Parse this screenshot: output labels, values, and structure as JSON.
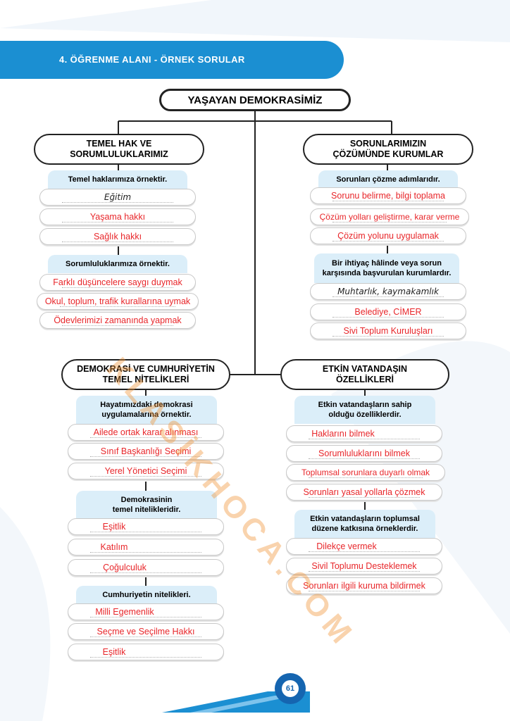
{
  "header": {
    "section": "4. ÖĞRENME ALANI - ÖRNEK SORULAR"
  },
  "main_title": "YAŞAYAN DEMOKRASİMİZ",
  "watermark": "KLASİKHOCA.COM",
  "page_number": "61",
  "sections": [
    {
      "title_l1": "TEMEL HAK VE",
      "title_l2": "SORUMLULUKLARIMIZ",
      "groups": [
        {
          "question_l1": "Temel haklarımıza örnektir.",
          "question_l2": "",
          "answers": [
            "Eğitim",
            "Yaşama hakkı",
            "Sağlık hakkı"
          ]
        },
        {
          "question_l1": "Sorumluluklarımıza örnektir.",
          "question_l2": "",
          "answers": [
            "Farklı düşüncelere saygı duymak",
            "Okul, toplum, trafik kurallarına  uymak",
            "Ödevlerimizi zamanında yapmak"
          ]
        }
      ]
    },
    {
      "title_l1": "SORUNLARIMIZIN",
      "title_l2": "ÇÖZÜMÜNDE KURUMLAR",
      "groups": [
        {
          "question_l1": "Sorunları çözme adımlarıdır.",
          "question_l2": "",
          "answers": [
            "Sorunu belirme, bilgi toplama",
            "Çözüm yolları geliştirme, karar verme",
            "Çözüm yolunu uygulamak"
          ]
        },
        {
          "question_l1": "Bir ihtiyaç hâlinde veya sorun",
          "question_l2": "karşısında başvurulan kurumlardır.",
          "answers": [
            "Muhtarlık, kaymakamlık",
            "Belediye, CİMER",
            "Sivi Toplum Kuruluşları"
          ]
        }
      ]
    },
    {
      "title_l1": "DEMOKRASİ VE CUMHURİYETİN",
      "title_l2": "TEMEL NİTELİKLERİ",
      "groups": [
        {
          "question_l1": "Hayatımızdaki demokrasi",
          "question_l2": "uygulamalarına örnektir.",
          "answers": [
            "Ailede ortak karar alınması",
            "Sınıf Başkanlığı Seçimi",
            "Yerel Yönetici Seçimi"
          ]
        },
        {
          "question_l1": "Demokrasinin",
          "question_l2": "temel nitelikleridir.",
          "answers": [
            "Eşitlik",
            "Katılım",
            "Çoğulculuk"
          ]
        },
        {
          "question_l1": "Cumhuriyetin nitelikleri.",
          "question_l2": "",
          "answers": [
            "Milli Egemenlik",
            "Seçme ve Seçilme Hakkı",
            "Eşitlik"
          ]
        }
      ]
    },
    {
      "title_l1": "ETKİN VATANDAŞIN",
      "title_l2": "ÖZELLİKLERİ",
      "groups": [
        {
          "question_l1": "Etkin vatandaşların sahip",
          "question_l2": "olduğu özelliklerdir.",
          "answers": [
            "Haklarını bilmek",
            "Sorumluluklarını bilmek",
            "Toplumsal sorunlara duyarlı olmak",
            "Sorunları yasal yollarla çözmek"
          ]
        },
        {
          "question_l1": "Etkin vatandaşların toplumsal",
          "question_l2": "düzene katkısına örneklerdir.",
          "answers": [
            "Dilekçe vermek",
            "Sivil Toplumu Desteklemek",
            "Sorunları ilgili kuruma bildirmek"
          ]
        }
      ]
    }
  ]
}
